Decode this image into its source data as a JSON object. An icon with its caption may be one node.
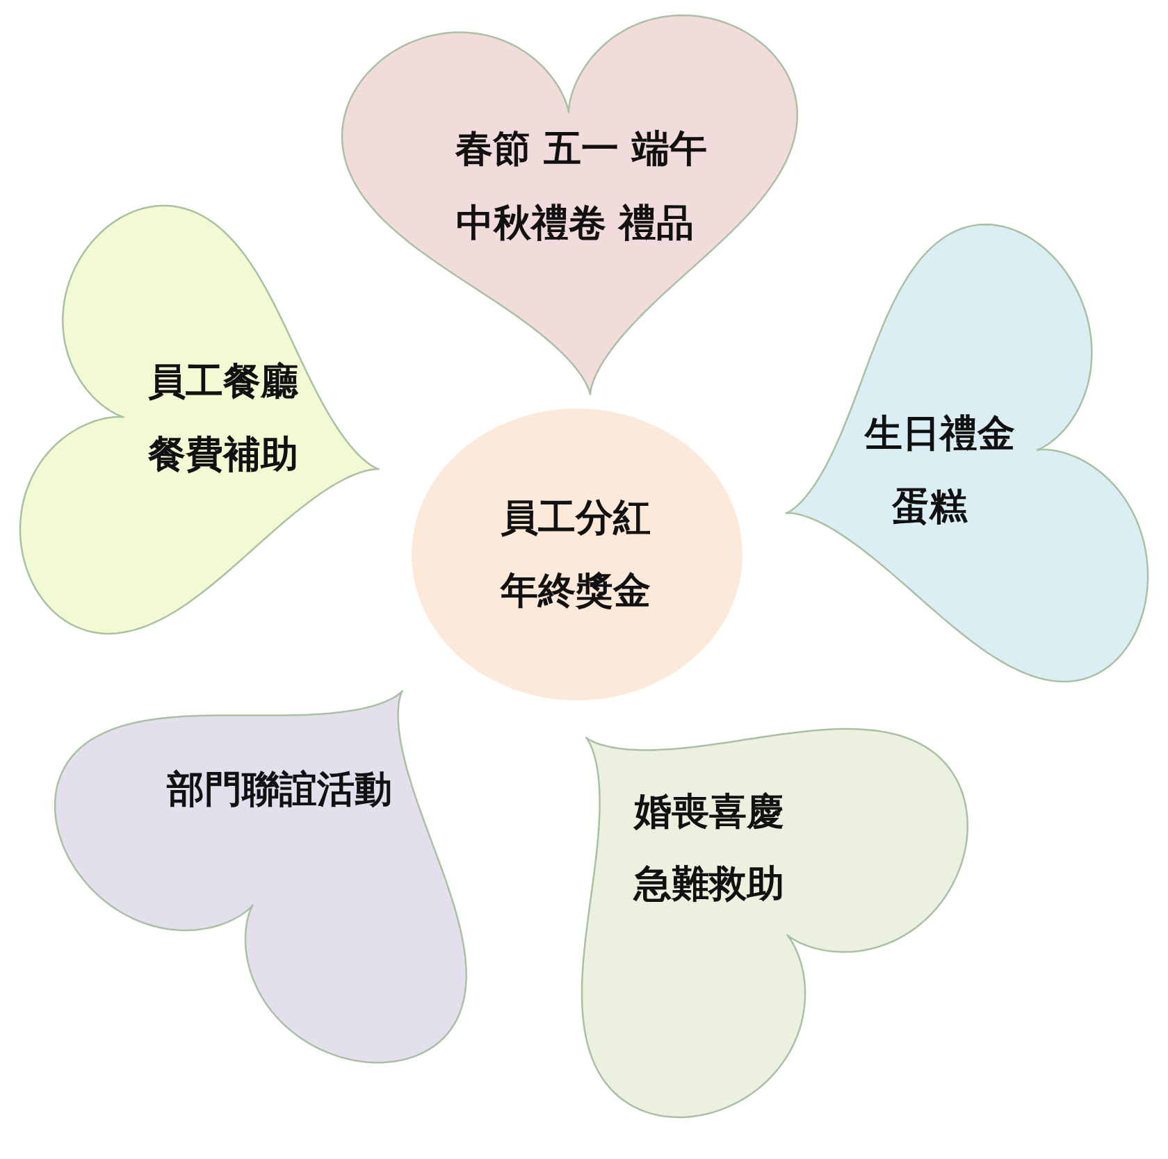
{
  "diagram": {
    "nodes": [
      {
        "text": [
          "春節 五一 端午",
          "中秋禮卷 禮品"
        ]
      },
      {
        "text": [
          "員工餐廳",
          "餐費補助"
        ]
      },
      {
        "text": [
          "生日禮金",
          "蛋糕"
        ]
      },
      {
        "text": [
          "員工分紅",
          "年終獎金"
        ]
      },
      {
        "text": [
          "部門聯誼活動"
        ]
      },
      {
        "text": [
          "婚喪喜慶",
          "急難救助"
        ]
      }
    ]
  }
}
